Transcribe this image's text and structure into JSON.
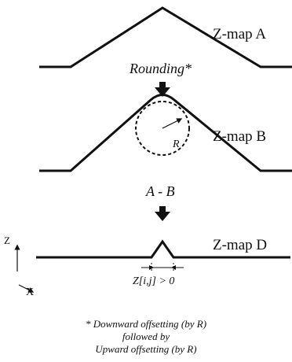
{
  "labels": {
    "zmap_a": "Z-map A",
    "rounding": "Rounding*",
    "zmap_b": "Z-map B",
    "radius": "R",
    "a_minus_b": "A - B",
    "zmap_d": "Z-map D",
    "axis_z": "Z",
    "axis_x": "X",
    "condition": "Z[i,j] > 0"
  },
  "footnote": {
    "line1": "* Downward offsetting (by R)",
    "line2": "followed by",
    "line3": "Upward offsetting (by R)"
  },
  "colors": {
    "ink": "#111111"
  }
}
